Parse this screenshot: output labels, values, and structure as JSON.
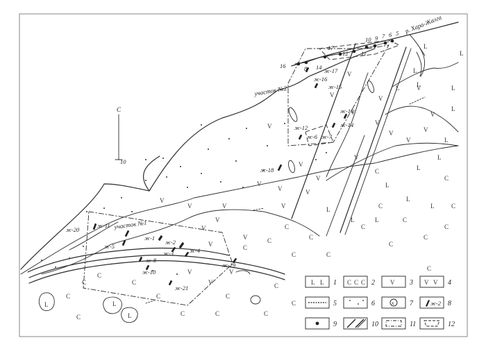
{
  "north": {
    "letter": "С",
    "scale": "10"
  },
  "river": {
    "label": "р. Хара-Жалга"
  },
  "sections": [
    {
      "id": "s1",
      "label": "участок №1"
    },
    {
      "id": "s2",
      "label": "участок №2"
    }
  ],
  "deposits": [
    "ж-1",
    "ж-2",
    "ж-3",
    "ж-4",
    "ж-5",
    "ж-6",
    "ж-7",
    "ж-8",
    "ж-10",
    "ж-11",
    "ж-12",
    "ж-13",
    "ж-14",
    "ж-15",
    "ж-16",
    "ж-17",
    "ж-18",
    "ж-19",
    "ж-20",
    "ж-21"
  ],
  "point_numbers": [
    "16",
    "8",
    "14",
    "17",
    "12",
    "11",
    "10",
    "9",
    "7",
    "6",
    "5"
  ],
  "legend": [
    {
      "num": "1",
      "symbol": "L",
      "desc": ""
    },
    {
      "num": "2",
      "symbol": "C C",
      "desc": ""
    },
    {
      "num": "3",
      "symbol": "V",
      "desc": ""
    },
    {
      "num": "4",
      "symbol": "V V",
      "desc": ""
    },
    {
      "num": "5",
      "symbol": "hatched-line",
      "desc": ""
    },
    {
      "num": "6",
      "symbol": "dots",
      "desc": ""
    },
    {
      "num": "7",
      "symbol": "circled-x",
      "desc": ""
    },
    {
      "num": "8",
      "symbol": "ж-2",
      "desc": ""
    },
    {
      "num": "9",
      "symbol": "dot",
      "desc": ""
    },
    {
      "num": "10",
      "symbol": "fault",
      "desc": ""
    },
    {
      "num": "11",
      "symbol": "dash-dot-box",
      "desc": ""
    },
    {
      "num": "12",
      "symbol": "dashed-box",
      "desc": ""
    }
  ]
}
